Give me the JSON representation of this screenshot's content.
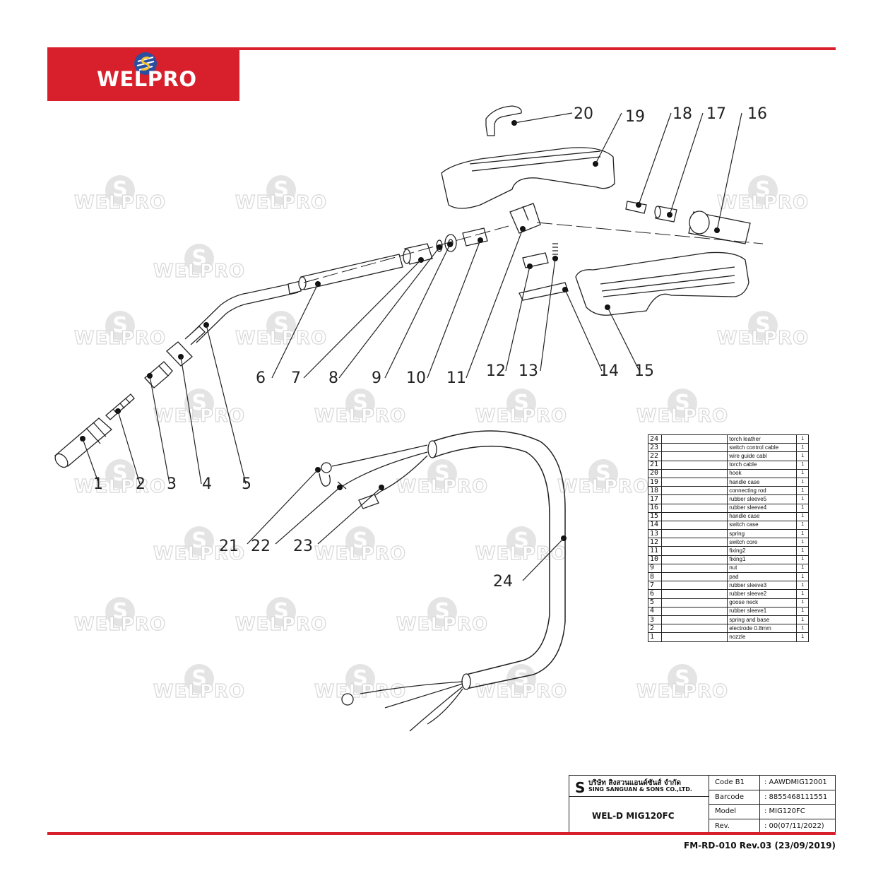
{
  "brand": {
    "name": "WELPRO",
    "emblem_letter": "S",
    "accent_color": "#d7202b"
  },
  "watermark": {
    "text": "WELPRO",
    "letter": "S"
  },
  "callouts": [
    "1",
    "2",
    "3",
    "4",
    "5",
    "6",
    "7",
    "8",
    "9",
    "10",
    "11",
    "12",
    "13",
    "14",
    "15",
    "16",
    "17",
    "18",
    "19",
    "20",
    "21",
    "22",
    "23",
    "24"
  ],
  "parts_table": {
    "rows": [
      {
        "no": "24",
        "name": "torch leather",
        "qty": "1"
      },
      {
        "no": "23",
        "name": "switch control cable",
        "qty": "1"
      },
      {
        "no": "22",
        "name": "wire guide cabl",
        "qty": "1"
      },
      {
        "no": "21",
        "name": "torch cable",
        "qty": "1"
      },
      {
        "no": "20",
        "name": "hook",
        "qty": "1"
      },
      {
        "no": "19",
        "name": "handle case",
        "qty": "1"
      },
      {
        "no": "18",
        "name": "connecting rod",
        "qty": "1"
      },
      {
        "no": "17",
        "name": "rubber sleeve5",
        "qty": "1"
      },
      {
        "no": "16",
        "name": "rubber sleeve4",
        "qty": "1"
      },
      {
        "no": "15",
        "name": "handle case",
        "qty": "1"
      },
      {
        "no": "14",
        "name": "switch case",
        "qty": "1"
      },
      {
        "no": "13",
        "name": "spring",
        "qty": "1"
      },
      {
        "no": "12",
        "name": "switch core",
        "qty": "1"
      },
      {
        "no": "11",
        "name": "fixing2",
        "qty": "1"
      },
      {
        "no": "10",
        "name": "fixing1",
        "qty": "1"
      },
      {
        "no": "9",
        "name": "nut",
        "qty": "1"
      },
      {
        "no": "8",
        "name": "pad",
        "qty": "1"
      },
      {
        "no": "7",
        "name": "rubber sleeve3",
        "qty": "1"
      },
      {
        "no": "6",
        "name": "rubber sleeve2",
        "qty": "1"
      },
      {
        "no": "5",
        "name": "goose neck",
        "qty": "1"
      },
      {
        "no": "4",
        "name": "rubber sleeve1",
        "qty": "1"
      },
      {
        "no": "3",
        "name": "spring and base",
        "qty": "1"
      },
      {
        "no": "2",
        "name": "electrode  0.8mm",
        "qty": "1"
      },
      {
        "no": "1",
        "name": "nozzle",
        "qty": "1"
      }
    ]
  },
  "title_block": {
    "company_th": "บริษัท สิงสวนแอนด์ซันส์ จำกัด",
    "company_en": "SING SANGUAN & SONS CO.,LTD.",
    "model_name": "WEL-D MIG120FC",
    "fields": [
      {
        "key": "Code B1",
        "value": ": AAWDMIG12001"
      },
      {
        "key": "Barcode",
        "value": ": 8855468111551"
      },
      {
        "key": "Model",
        "value": ": MIG120FC"
      },
      {
        "key": "Rev.",
        "value": ": 00(07/11/2022)"
      }
    ]
  },
  "form_code": "FM-RD-010 Rev.03 (23/09/2019)"
}
